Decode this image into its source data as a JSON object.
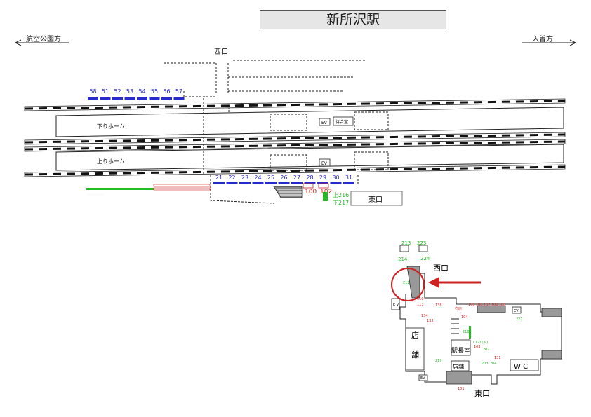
{
  "station_name": "新所沢駅",
  "direction_left": "航空公園方",
  "direction_right": "入曽方",
  "west_exit": "西口",
  "east_exit": "東口",
  "platform_down": "下りホーム",
  "platform_up": "上りホーム",
  "ev": "EV",
  "waiting_room": "待合室",
  "upper_blue_numbers": [
    "58",
    "51",
    "52",
    "53",
    "54",
    "55",
    "56",
    "57"
  ],
  "lower_blue_numbers": [
    "21",
    "22",
    "23",
    "24",
    "25",
    "26",
    "27",
    "28",
    "29",
    "30",
    "31"
  ],
  "red_100": "100",
  "red_102": "102",
  "green_up": "上216",
  "green_down": "下217",
  "inset": {
    "west_exit": "西口",
    "east_exit": "東口",
    "store_1": "店",
    "store_2": "舗",
    "store_small": "店舗",
    "stationmaster": "駅長室",
    "wc": "W C",
    "ev_left": "E\nV",
    "ev_bottom": "EV",
    "ev_right": "EV",
    "shop": "売店",
    "green_213": "213",
    "green_223": "223",
    "green_214": "214",
    "green_224": "224",
    "green_212": "212",
    "green_221": "221",
    "green_218": "218",
    "green_219": "219",
    "green_l121": "L121(入)",
    "green_203": "203",
    "green_204": "204",
    "green_202": "202",
    "red_110": "110",
    "red_113": "113",
    "red_138": "138",
    "red_134": "134",
    "red_133": "133",
    "red_105": "105",
    "red_106": "106",
    "red_107": "107",
    "red_108": "108",
    "red_109": "109",
    "red_104": "104",
    "red_103": "103",
    "red_101": "101",
    "red_131": "131"
  },
  "colors": {
    "blue": "#2a2acc",
    "red": "#cc2222",
    "green": "#22bb22",
    "highlight": "#cc2222"
  }
}
